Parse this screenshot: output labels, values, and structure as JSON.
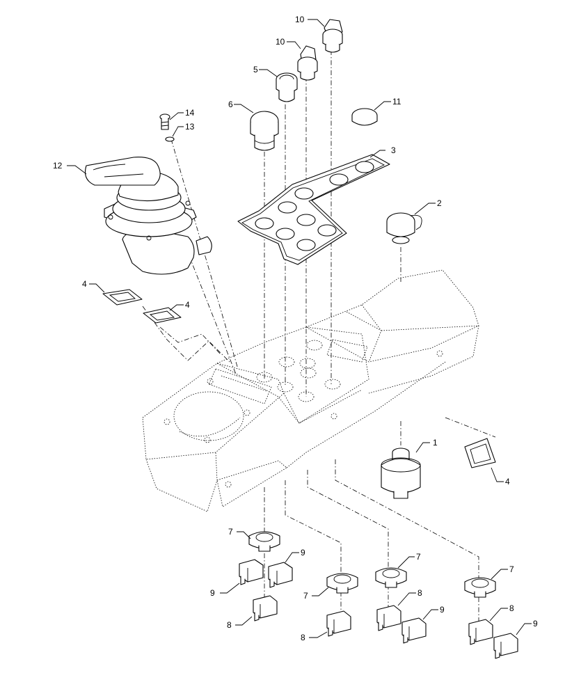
{
  "callouts": [
    {
      "id": "c1",
      "text": "1"
    },
    {
      "id": "c2",
      "text": "2"
    },
    {
      "id": "c3",
      "text": "3"
    },
    {
      "id": "c4a",
      "text": "4"
    },
    {
      "id": "c4b",
      "text": "4"
    },
    {
      "id": "c4c",
      "text": "4"
    },
    {
      "id": "c5",
      "text": "5"
    },
    {
      "id": "c6",
      "text": "6"
    },
    {
      "id": "c7a",
      "text": "7"
    },
    {
      "id": "c7b",
      "text": "7"
    },
    {
      "id": "c7c",
      "text": "7"
    },
    {
      "id": "c7d",
      "text": "7"
    },
    {
      "id": "c8a",
      "text": "8"
    },
    {
      "id": "c8b",
      "text": "8"
    },
    {
      "id": "c8c",
      "text": "8"
    },
    {
      "id": "c8d",
      "text": "8"
    },
    {
      "id": "c9a",
      "text": "9"
    },
    {
      "id": "c9b",
      "text": "9"
    },
    {
      "id": "c9c",
      "text": "9"
    },
    {
      "id": "c9d",
      "text": "9"
    },
    {
      "id": "c10a",
      "text": "10"
    },
    {
      "id": "c10b",
      "text": "10"
    },
    {
      "id": "c11",
      "text": "11"
    },
    {
      "id": "c12",
      "text": "12"
    },
    {
      "id": "c13",
      "text": "13"
    },
    {
      "id": "c14",
      "text": "14"
    }
  ],
  "colors": {
    "line": "#000000",
    "background": "#ffffff"
  }
}
